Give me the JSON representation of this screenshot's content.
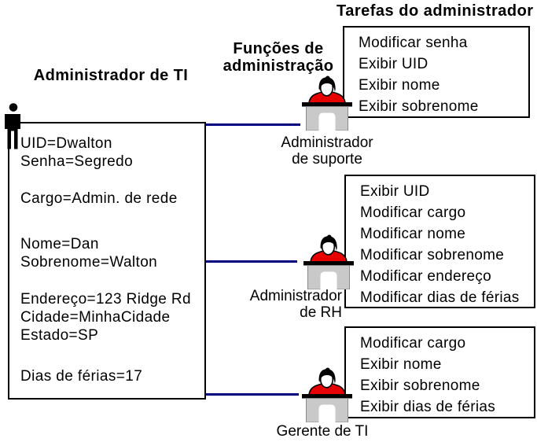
{
  "titles": {
    "user": "Administrador de TI",
    "functions_line1": "Funções de",
    "functions_line2": "administração",
    "tasks": "Tarefas do administrador"
  },
  "user_box": {
    "groups": [
      {
        "lines": [
          "UID=Dwalton",
          "Senha=Segredo"
        ]
      },
      {
        "lines": [
          "Cargo=Admin. de rede"
        ]
      },
      {
        "lines": [
          "Nome=Dan",
          "Sobrenome=Walton"
        ]
      },
      {
        "lines": [
          "Endereço=123 Ridge Rd",
          "Cidade=MinhaCidade",
          "Estado=SP"
        ]
      },
      {
        "lines": [
          "Dias de férias=17"
        ]
      }
    ]
  },
  "roles": [
    {
      "label_lines": [
        "Administrador",
        "de suporte"
      ],
      "tasks": [
        "Modificar senha",
        "Exibir UID",
        "Exibir nome",
        "Exibir sobrenome"
      ]
    },
    {
      "label_lines": [
        "Administrador",
        "de RH"
      ],
      "tasks": [
        "Exibir UID",
        "Modificar cargo",
        "Modificar nome",
        "Modificar sobrenome",
        "Modificar endereço",
        "Modificar dias de férias"
      ]
    },
    {
      "label_lines": [
        "Gerente de TI"
      ],
      "tasks": [
        "Modificar cargo",
        "Exibir nome",
        "Exibir sobrenome",
        "Exibir dias de férias"
      ]
    }
  ],
  "icons": {
    "standing_person": "person-silhouette-icon",
    "desk_person": "person-at-desk-icon"
  },
  "colors": {
    "connector": "#000080",
    "box_border": "#000000",
    "desk_fill": "#c9c9c9",
    "shirt_fill": "#e60000",
    "text": "#000000",
    "background": "#ffffff"
  }
}
